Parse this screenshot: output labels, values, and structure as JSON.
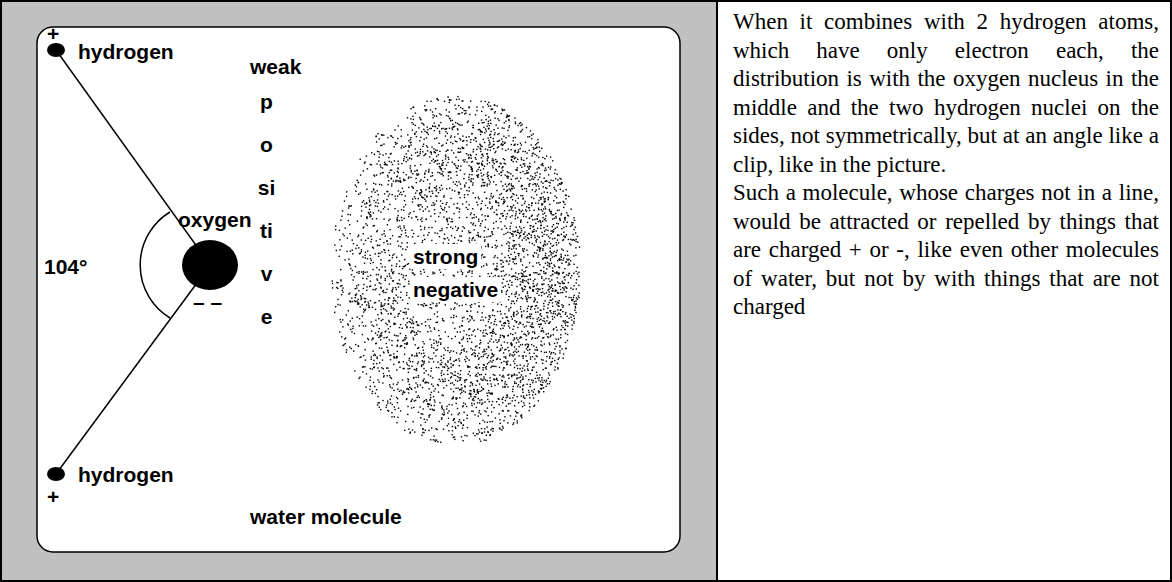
{
  "diagram": {
    "labels": [
      "+",
      "hydrogen",
      "weak",
      "positive",
      "oxygen",
      "104°",
      "strong",
      "negative",
      "– –",
      "hydrogen",
      "+",
      "water molecule",
      "When it combines with 2 hydrogen atoms, which have only electron each, the distribution is with the oxygen nucleus in the middle and the two hydrogen nuclei on the sides, not symmetrically, but at an angle like a clip, like in the picture.",
      "Such a molecule, whose charges not in a line, would be attracted or repelled by things that are charged + or -, like even other molecules of water, but not by with things that are not charged"
    ]
  }
}
